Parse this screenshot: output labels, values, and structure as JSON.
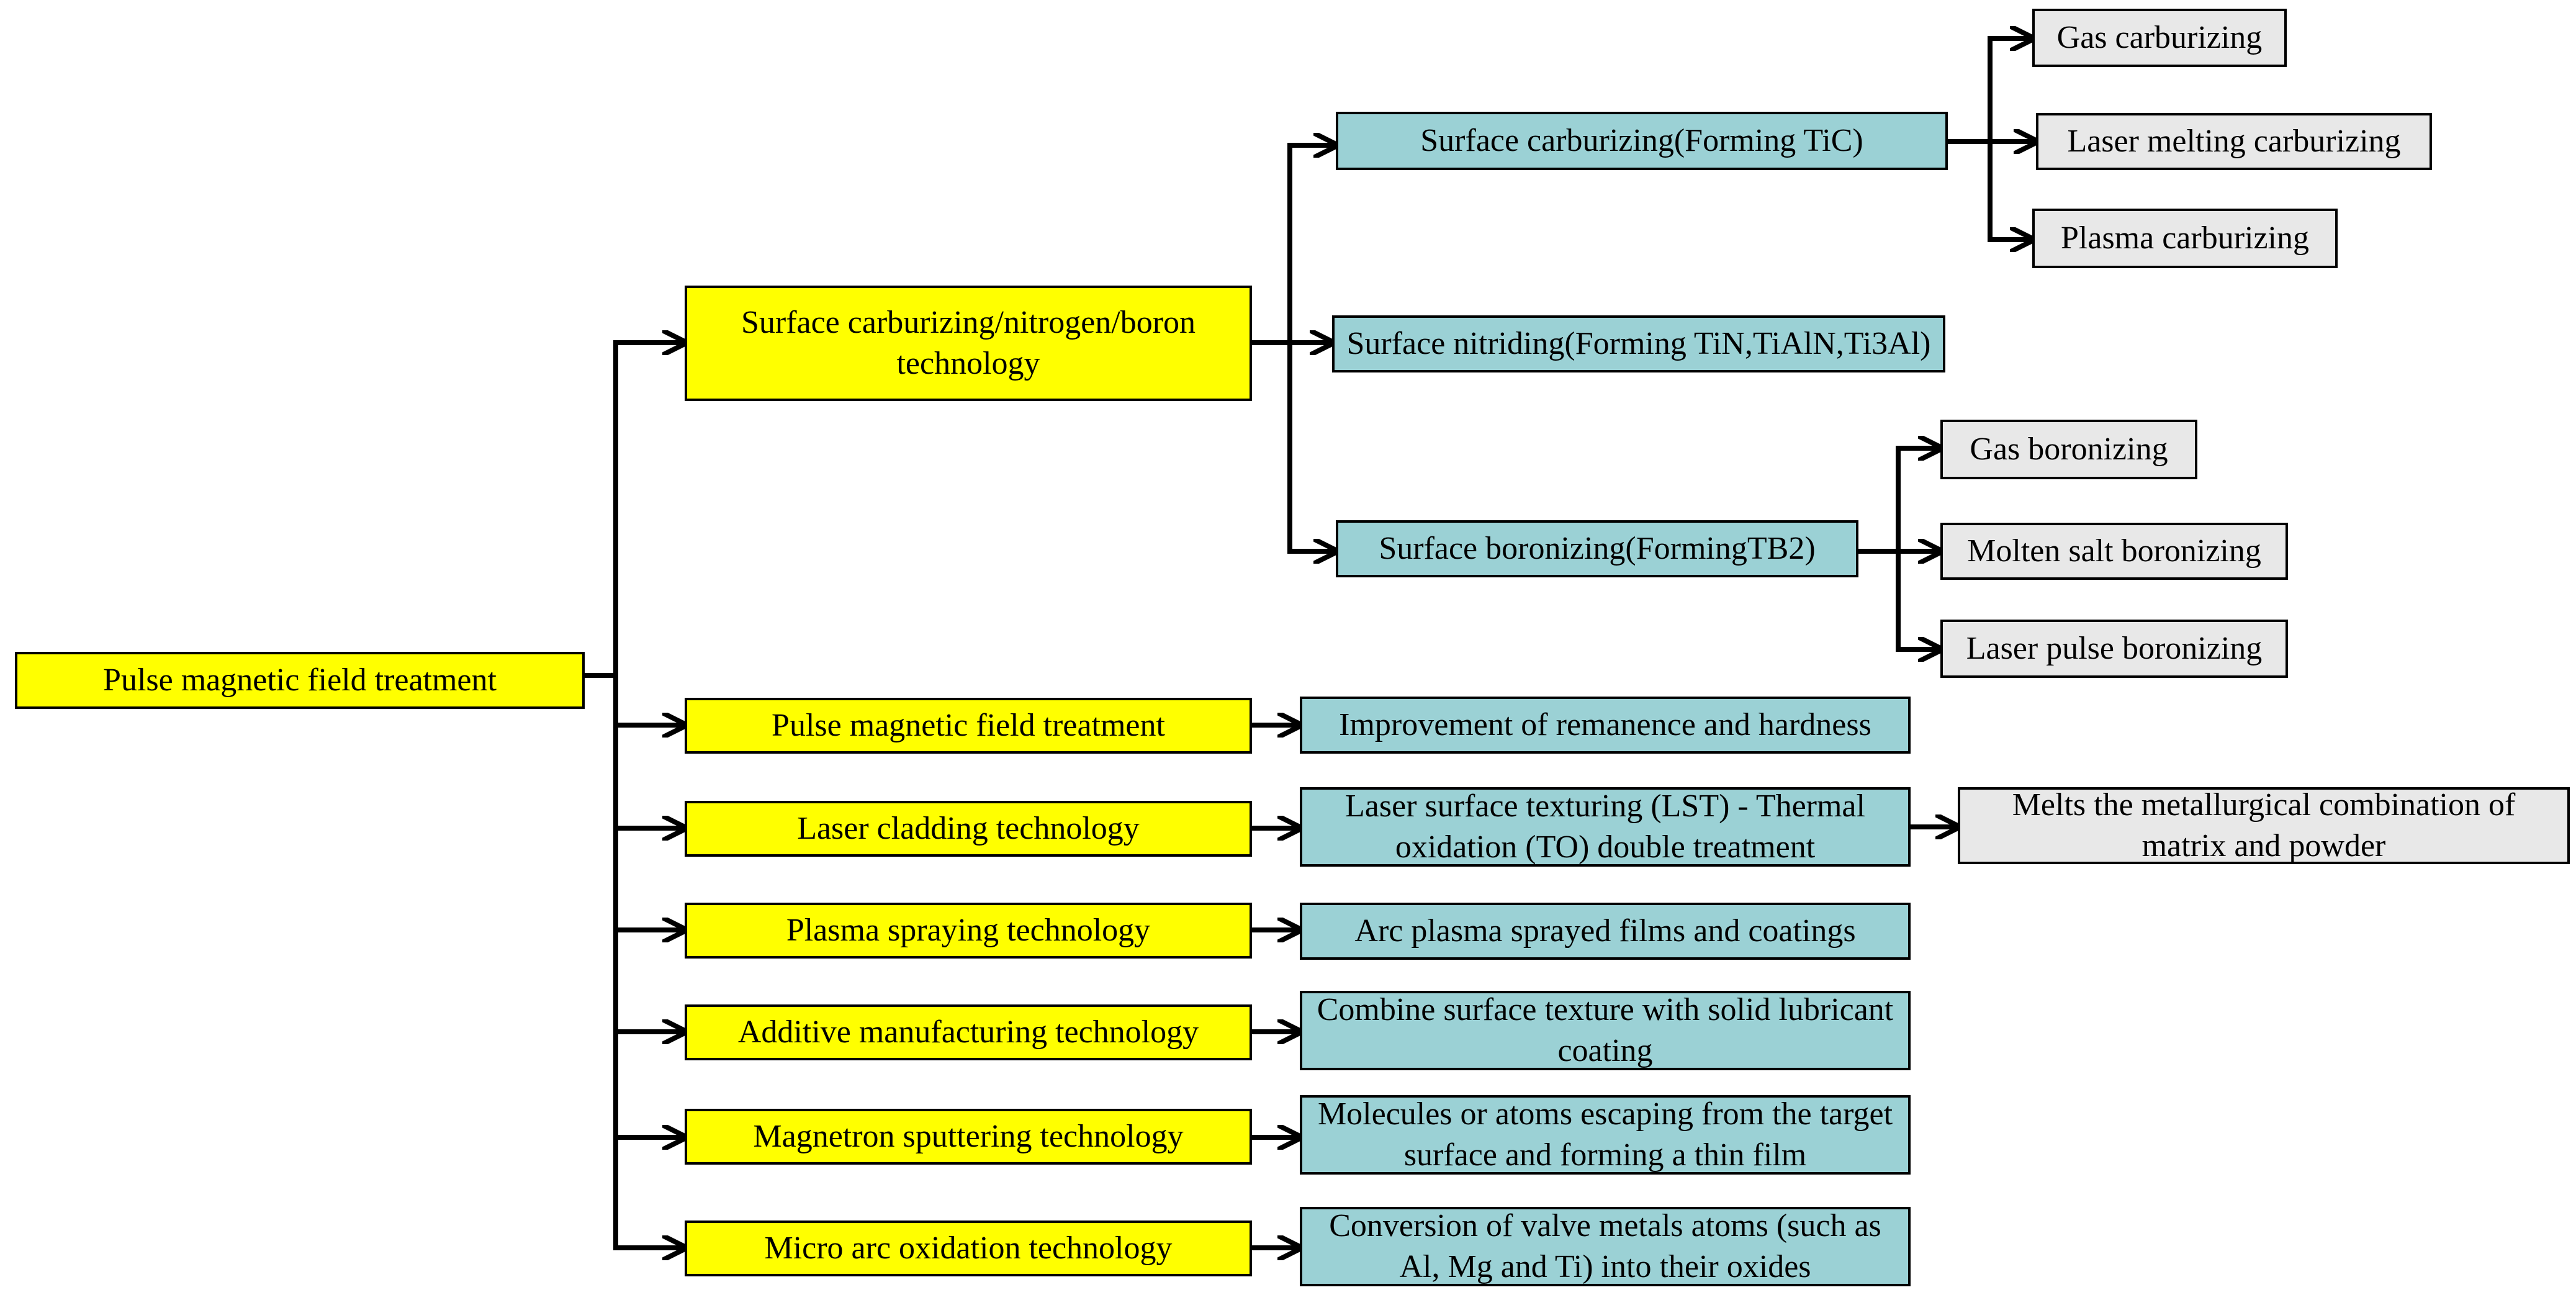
{
  "colors": {
    "level1": "#ffff00",
    "level2": "#9bd1d5",
    "level3": "#e8e8e8",
    "line": "#000000"
  },
  "root": {
    "label": "Pulse magnetic field treatment"
  },
  "branches": [
    {
      "label": "Surface carburizing/nitrogen/boron technology",
      "children": [
        {
          "label": "Surface carburizing(Forming TiC)",
          "children": [
            "Gas carburizing",
            "Laser melting carburizing",
            "Plasma carburizing"
          ]
        },
        {
          "label": "Surface nitriding(Forming TiN,TiAlN,Ti3Al)",
          "children": []
        },
        {
          "label": "Surface boronizing(FormingTB2)",
          "children": [
            "Gas boronizing",
            "Molten salt boronizing",
            "Laser pulse boronizing"
          ]
        }
      ]
    },
    {
      "label": "Pulse magnetic field treatment",
      "children": [
        {
          "label": "Improvement of remanence and hardness",
          "children": []
        }
      ]
    },
    {
      "label": "Laser cladding technology",
      "children": [
        {
          "label": "Laser surface texturing (LST) - Thermal oxidation (TO) double treatment",
          "children": [
            "Melts the metallurgical combination of matrix and powder"
          ]
        }
      ]
    },
    {
      "label": "Plasma spraying technology",
      "children": [
        {
          "label": "Arc plasma sprayed films and coatings",
          "children": []
        }
      ]
    },
    {
      "label": "Additive manufacturing technology",
      "children": [
        {
          "label": "Combine surface texture with solid lubricant coating",
          "children": []
        }
      ]
    },
    {
      "label": "Magnetron sputtering technology",
      "children": [
        {
          "label": "Molecules or atoms escaping from the target surface and forming a thin film",
          "children": []
        }
      ]
    },
    {
      "label": "Micro arc oxidation technology",
      "children": [
        {
          "label": "Conversion of valve metals atoms (such as Al, Mg and Ti) into their oxides",
          "children": []
        }
      ]
    }
  ]
}
